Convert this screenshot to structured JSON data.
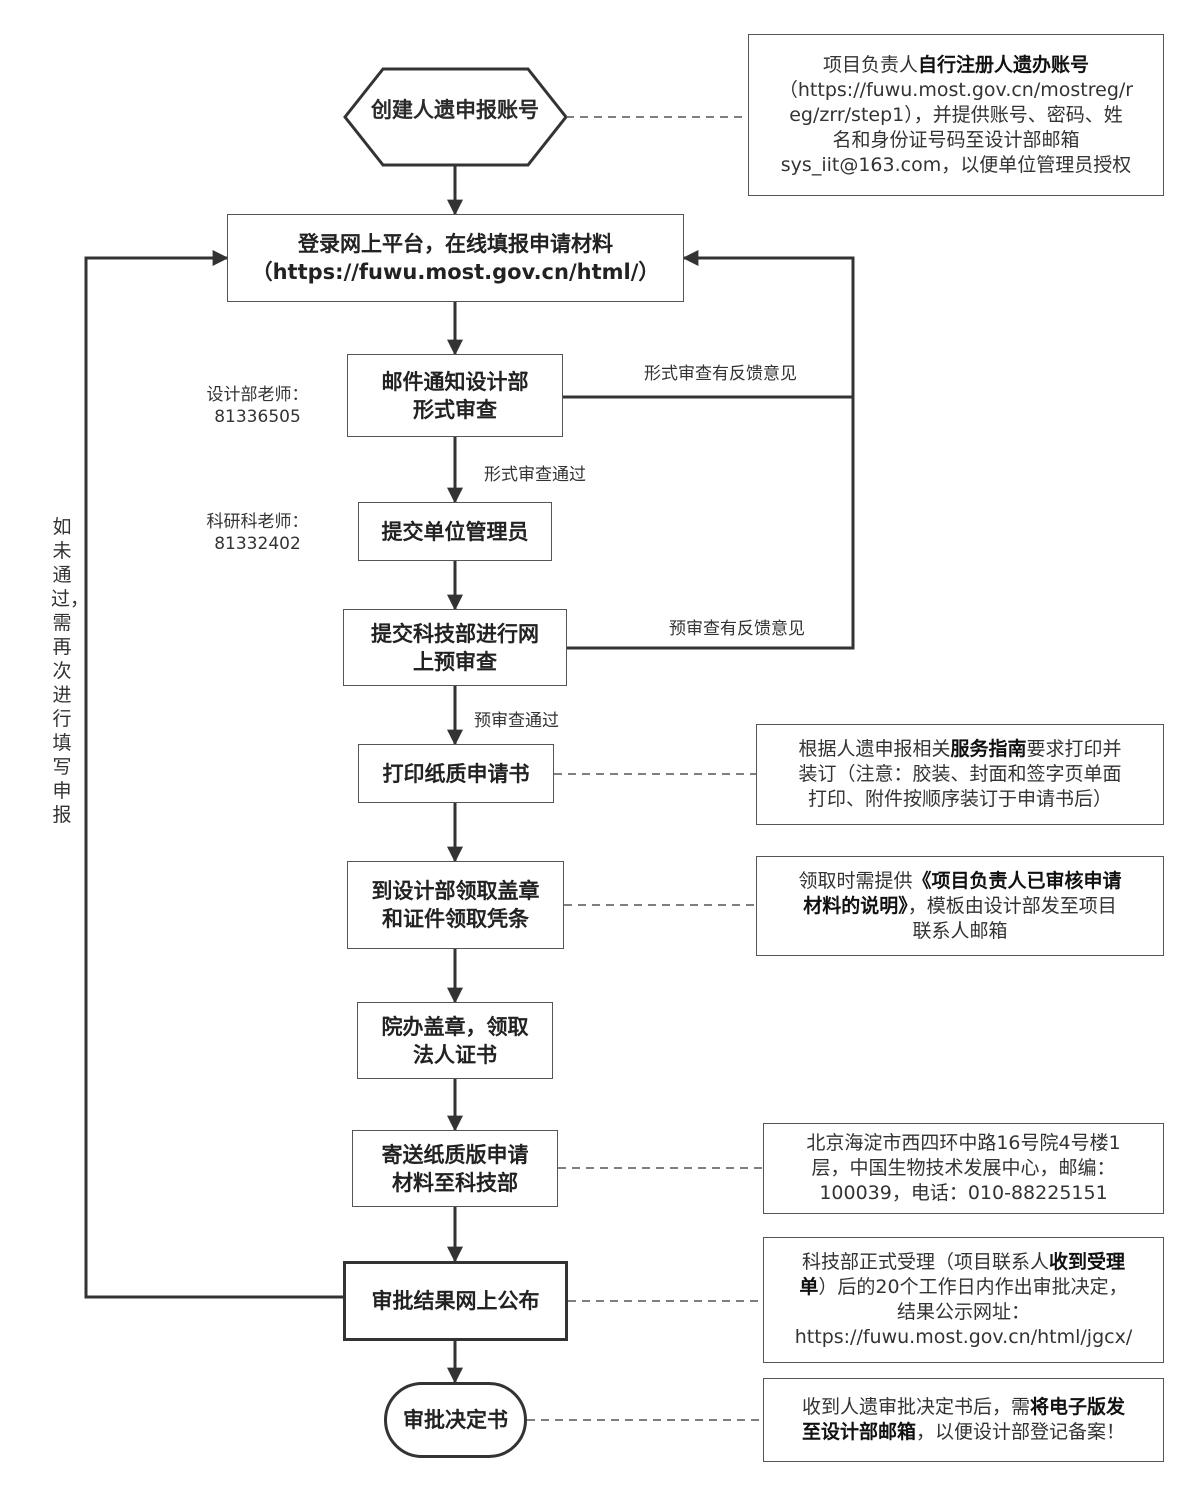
{
  "steps": {
    "create_account": "创建人遗申报账号",
    "login_line1": "登录网上平台，在线填报申请材料",
    "login_line2": "（https://fuwu.most.gov.cn/html/）",
    "email_notify_line1": "邮件通知设计部",
    "email_notify_line2": "形式审查",
    "submit_admin": "提交单位管理员",
    "submit_most_line1": "提交科技部进行网",
    "submit_most_line2": "上预审查",
    "print_paper": "打印纸质申请书",
    "collect_stamp_line1": "到设计部领取盖章",
    "collect_stamp_line2": "和证件领取凭条",
    "institute_stamp_line1": "院办盖章，领取",
    "institute_stamp_line2": "法人证书",
    "mail_paper_line1": "寄送纸质版申请",
    "mail_paper_line2": "材料至科技部",
    "result_publish": "审批结果网上公布",
    "decision": "审批决定书"
  },
  "notes": {
    "account": {
      "line1_pre": "项目负责人",
      "line1_bold": "自行注册人遗办账号",
      "line2": "（https://fuwu.most.gov.cn/mostreg/r",
      "line3": "eg/zrr/step1），并提供账号、密码、姓",
      "line4": "名和身份证号码至设计部邮箱",
      "line5": "sys_iit@163.com，以便单位管理员授权"
    },
    "print": {
      "line1_pre": "根据人遗申报相关",
      "line1_bold": "服务指南",
      "line1_post": "要求打印并",
      "line2": "装订（注意：胶装、封面和签字页单面",
      "line3": "打印、附件按顺序装订于申请书后）"
    },
    "collect": {
      "line1_pre": "领取时需提供",
      "line1_bold": "《项目负责人已审核申请",
      "line2_bold": "材料的说明》",
      "line2_post": "，模板由设计部发至项目",
      "line3": "联系人邮箱"
    },
    "address": {
      "line1": "北京海淀市西四环中路16号院4号楼1",
      "line2": "层，中国生物技术发展中心，邮编：",
      "line3": "100039，电话：010-88225151"
    },
    "result": {
      "line1_pre": "科技部正式受理（项目联系人",
      "line1_bold": "收到受理",
      "line2_bold": "单",
      "line2_post": "）后的20个工作日内作出审批决定，",
      "line3": "结果公示网址：",
      "line4": "https://fuwu.most.gov.cn/html/jgcx/"
    },
    "decision": {
      "line1_pre": "收到人遗审批决定书后，需",
      "line1_bold": "将电子版发",
      "line2_bold": "至设计部邮箱",
      "line2_post": "，以便设计部登记备案！"
    }
  },
  "labels": {
    "format_feedback": "形式审查有反馈意见",
    "format_pass": "形式审查通过",
    "pre_feedback": "预审查有反馈意见",
    "pre_pass": "预审查通过",
    "design_teacher_line1": "设计部老师：",
    "design_teacher_line2": "81336505",
    "research_teacher_line1": "科研科老师：",
    "research_teacher_line2": "81332402",
    "resubmit": "如未通过，需再次进行填写申报"
  },
  "colors": {
    "line": "#333333",
    "border": "#555555"
  }
}
